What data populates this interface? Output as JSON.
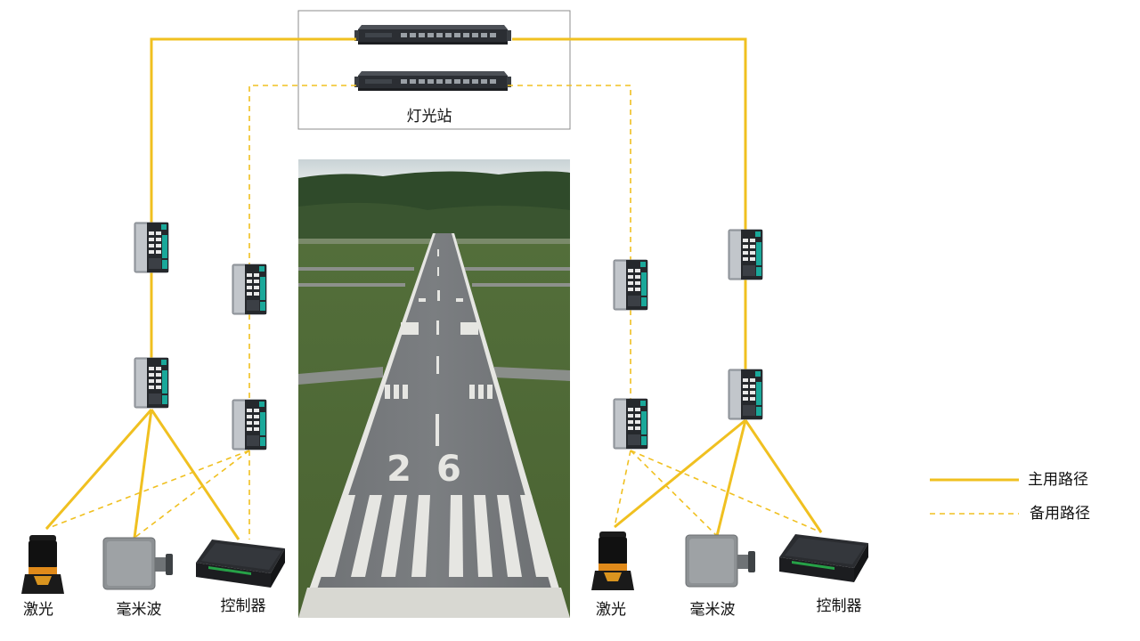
{
  "diagram": {
    "station_label": "灯光站",
    "left_group": {
      "laser_label": "激光",
      "radar_label": "毫米波",
      "controller_label": "控制器"
    },
    "right_group": {
      "laser_label": "激光",
      "radar_label": "毫米波",
      "controller_label": "控制器"
    },
    "runway_number": "26"
  },
  "legend": {
    "primary_label": "主用路径",
    "backup_label": "备用路径"
  },
  "colors": {
    "link": "#f0c020",
    "device_dark": "#2b2e33",
    "port_teal": "#1aa89a"
  }
}
